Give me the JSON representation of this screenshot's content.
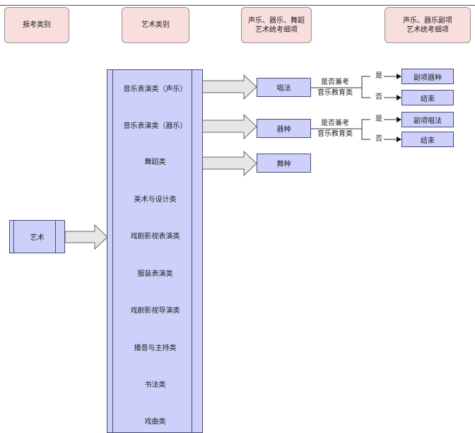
{
  "headers": {
    "exam_category": "报考类别",
    "art_category": "艺术类别",
    "unified_exam_items": "声乐、器乐、舞蹈\n艺术统考细项",
    "sub_items": "声乐、器乐副项\n艺术统考细项"
  },
  "root": "艺术",
  "categories": [
    "音乐表演类（声乐）",
    "音乐表演类（器乐）",
    "舞蹈类",
    "美术与设计类",
    "戏剧影视表演类",
    "服装表演类",
    "戏剧影视导演类",
    "播音与主持类",
    "书法类",
    "戏曲类"
  ],
  "details": {
    "vocal": "唱法",
    "instrument": "器种",
    "dance": "舞种"
  },
  "branches": [
    {
      "question_line1": "是否兼考",
      "question_line2": "音乐教育类",
      "yes": "是",
      "no": "否",
      "yes_result": "副项器种",
      "no_result": "结束"
    },
    {
      "question_line1": "是否兼考",
      "question_line2": "音乐教育类",
      "yes": "是",
      "no": "否",
      "yes_result": "副项唱法",
      "no_result": "结束"
    }
  ]
}
